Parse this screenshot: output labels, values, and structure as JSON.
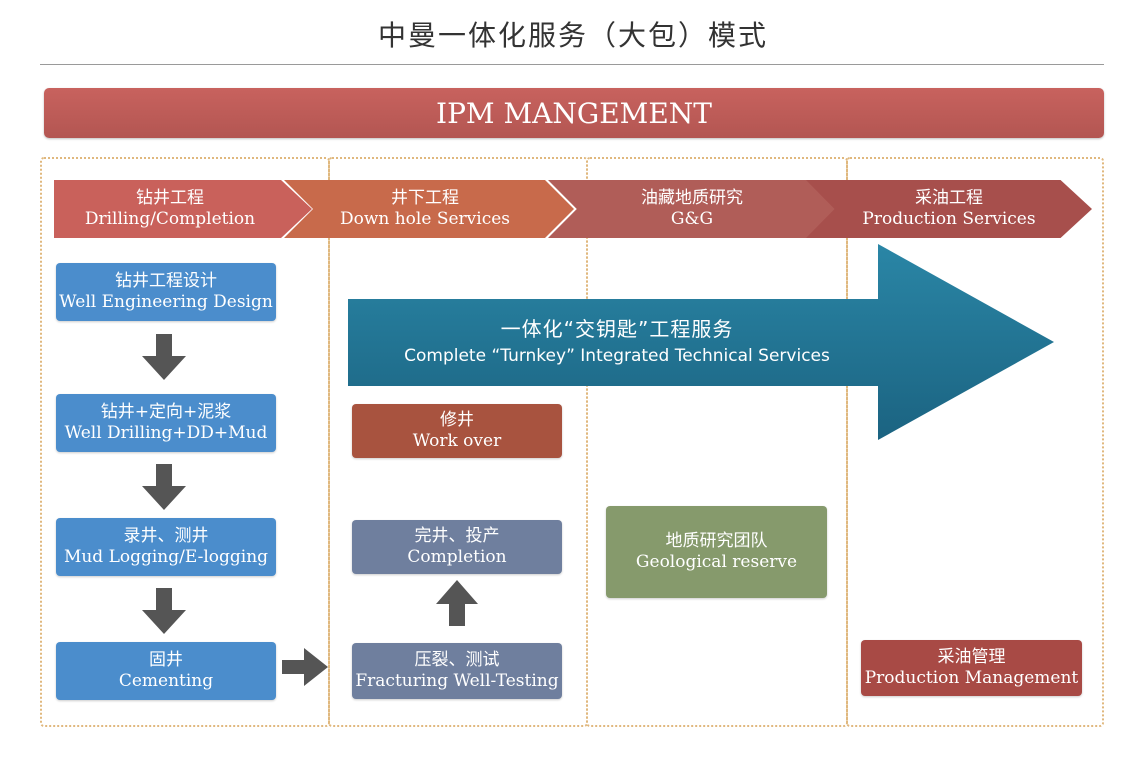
{
  "title": "中曼一体化服务（大包）模式",
  "banner": "IPM MANGEMENT",
  "phases": [
    {
      "cn": "钻井工程",
      "en": "Drilling/Completion"
    },
    {
      "cn": "井下工程",
      "en": "Down hole Services"
    },
    {
      "cn": "油藏地质研究",
      "en": "G&G"
    },
    {
      "cn": "采油工程",
      "en": "Production Services"
    }
  ],
  "drilling_steps": [
    {
      "cn": "钻井工程设计",
      "en": "Well Engineering Design"
    },
    {
      "cn": "钻井+定向+泥浆",
      "en": "Well Drilling+DD+Mud"
    },
    {
      "cn": "录井、测井",
      "en": "Mud Logging/E-logging"
    },
    {
      "cn": "固井",
      "en": "Cementing"
    }
  ],
  "turnkey": {
    "cn": "一体化“交钥匙”工程服务",
    "en": "Complete  “Turnkey” Integrated Technical Services"
  },
  "downhole": {
    "workover": {
      "cn": "修井",
      "en": "Work over"
    },
    "completion": {
      "cn": "完井、投产",
      "en": "Completion"
    },
    "fracturing": {
      "cn": "压裂、测试",
      "en": "Fracturing Well-Testing"
    }
  },
  "geology": {
    "cn": "地质研究团队",
    "en": "Geological reserve"
  },
  "production": {
    "cn": "采油管理",
    "en": "Production Management"
  },
  "colors": {
    "banner": "#b85a55",
    "drilling_box": "#4b8dcc",
    "downhole_box": "#6f7f9e",
    "workover_box": "#a8533f",
    "geology_box": "#869a6c",
    "production_box": "#a84a45",
    "turnkey_arrow": "#1f6f8b",
    "flow_arrow": "#555555"
  }
}
